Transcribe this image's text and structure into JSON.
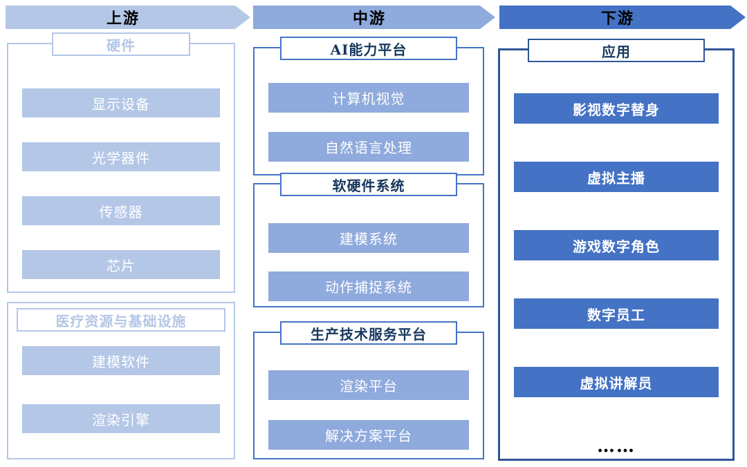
{
  "diagram": {
    "stages": [
      {
        "label": "上游",
        "groups": [
          {
            "title": "硬件",
            "items": [
              "显示设备",
              "光学器件",
              "传感器",
              "芯片"
            ]
          },
          {
            "title": "医疗资源与基础设施",
            "items": [
              "建模软件",
              "渲染引擎"
            ]
          }
        ]
      },
      {
        "label": "中游",
        "groups": [
          {
            "title": "AI能力平台",
            "items": [
              "计算机视觉",
              "自然语言处理"
            ]
          },
          {
            "title": "软硬件系统",
            "items": [
              "建模系统",
              "动作捕捉系统"
            ]
          },
          {
            "title": "生产技术服务平台",
            "items": [
              "渲染平台",
              "解决方案平台"
            ]
          }
        ]
      },
      {
        "label": "下游",
        "groups": [
          {
            "title": "应用",
            "items": [
              "影视数字替身",
              "虚拟主播",
              "游戏数字角色",
              "数字员工",
              "虚拟讲解员"
            ]
          }
        ],
        "more": "……"
      }
    ],
    "colors": {
      "upstream_fill": "#b4c7e7",
      "midstream_fill": "#8faadc",
      "downstream_fill": "#4472c4",
      "midstream_border": "#4472c4",
      "downstream_border": "#2f5597",
      "title_dark_text": "#17375e",
      "item_text": "#ffffff",
      "header_text": "#000000"
    }
  }
}
